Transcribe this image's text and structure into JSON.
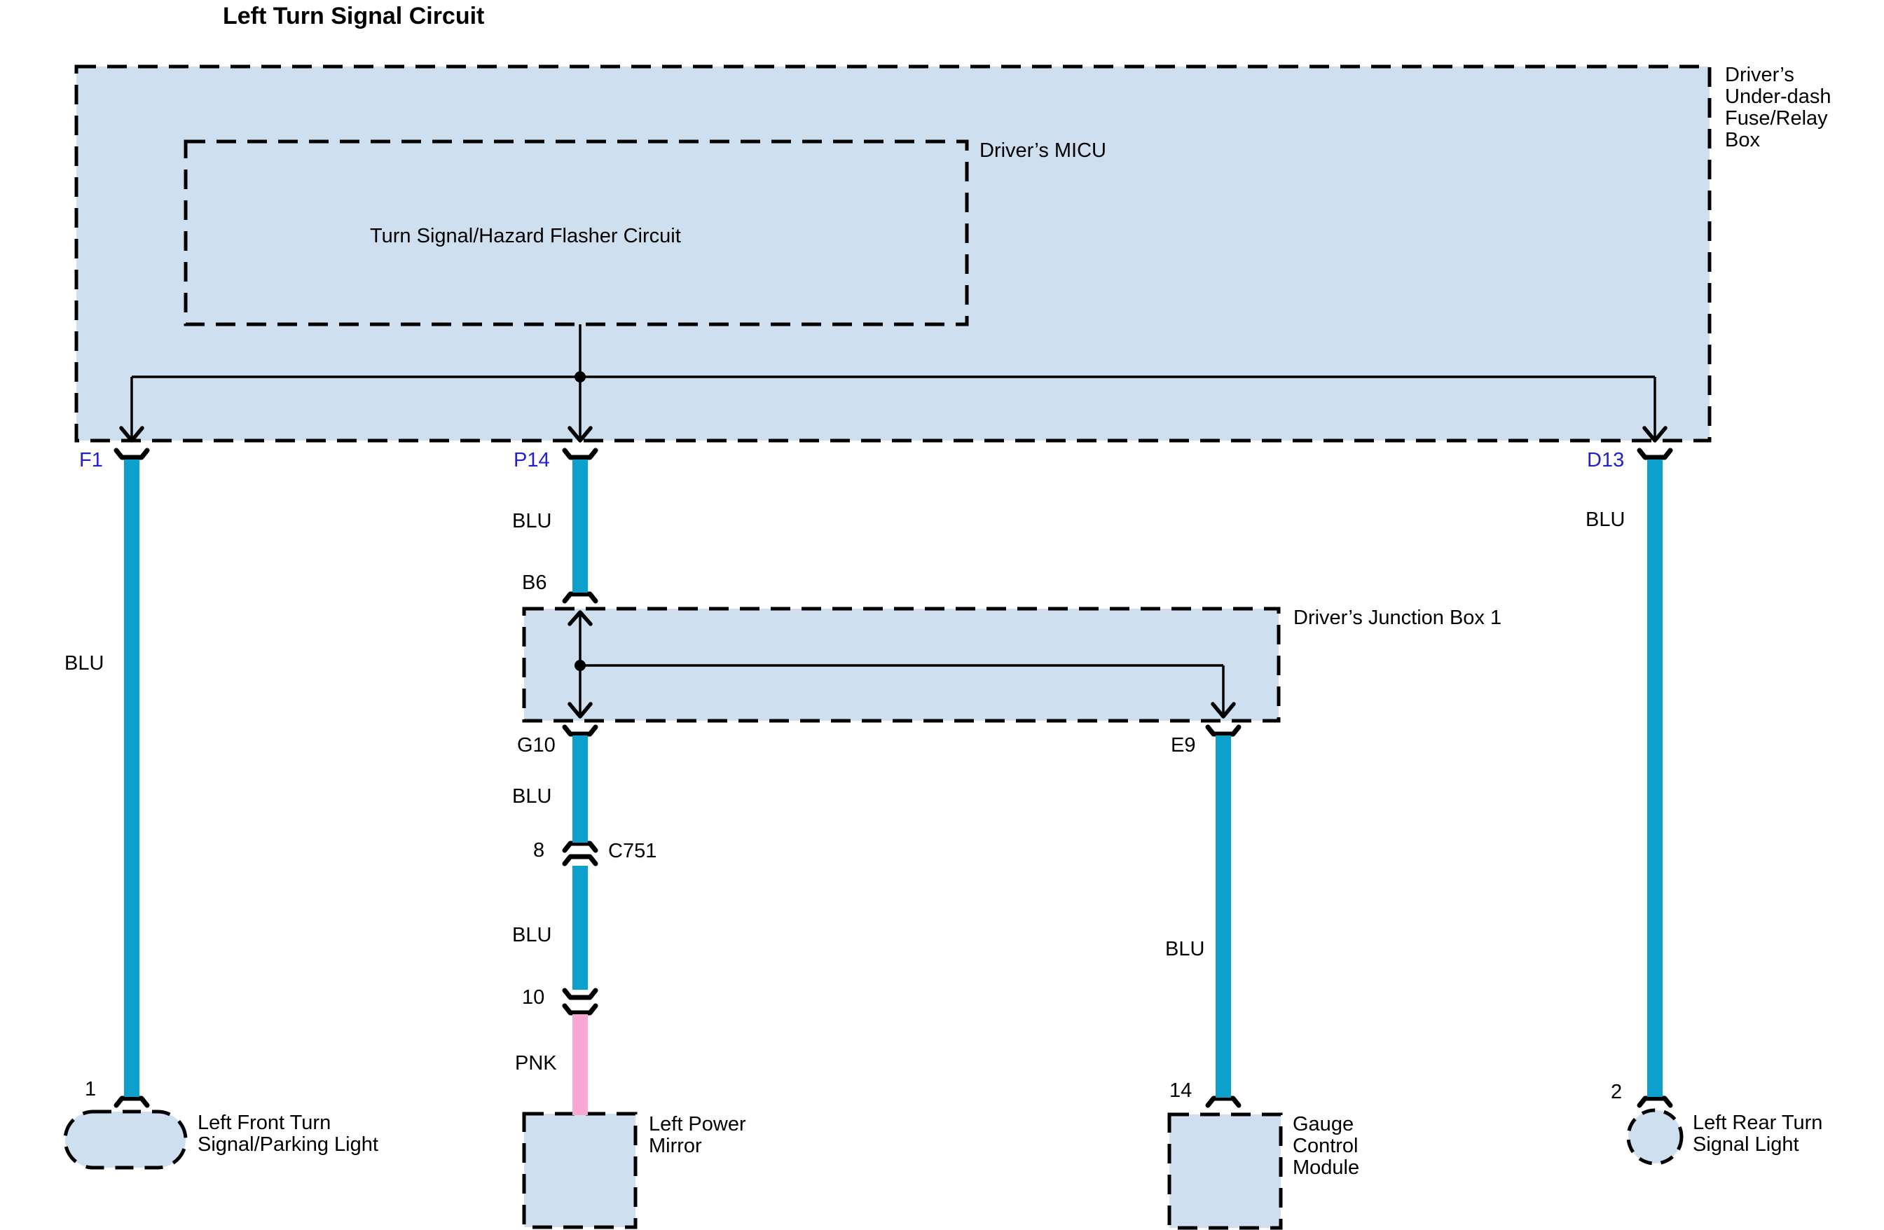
{
  "title": "Left Turn Signal Circuit",
  "colors": {
    "wire-blu": "#0EA0CD",
    "wire-pnk": "#F9A7D4",
    "box-fill": "#CEDFF0",
    "pin-text": "#2222CC"
  },
  "fuse_box": {
    "label": "Driver’s\nUnder-dash\nFuse/Relay\nBox"
  },
  "micu_box": {
    "label": "Driver’s MICU",
    "circuit": "Turn Signal/Hazard Flasher Circuit"
  },
  "junction_box": {
    "label": "Driver’s Junction\nBox 1"
  },
  "pins": {
    "f1": "F1",
    "p14": "P14",
    "d13": "D13",
    "b6": "B6",
    "g10": "G10",
    "e9": "E9"
  },
  "wires": {
    "left": "BLU",
    "mid_upper": "BLU",
    "mid_lower": "BLU",
    "mid_lowest": "BLU",
    "e9_branch": "BLU",
    "right": "BLU",
    "mirror": "PNK"
  },
  "connectors": {
    "c751": {
      "pin": "8",
      "id": "C751"
    },
    "inline10": {
      "pin": "10"
    }
  },
  "components": {
    "left_front_light": {
      "pin": "1",
      "label": "Left Front Turn\nSignal/Parking Light"
    },
    "power_mirror": {
      "label": "Left Power\nMirror"
    },
    "gauge_module": {
      "pin": "14",
      "label": "Gauge\nControl\nModule"
    },
    "left_rear_light": {
      "pin": "2",
      "label": "Left Rear Turn\nSignal Light"
    }
  }
}
